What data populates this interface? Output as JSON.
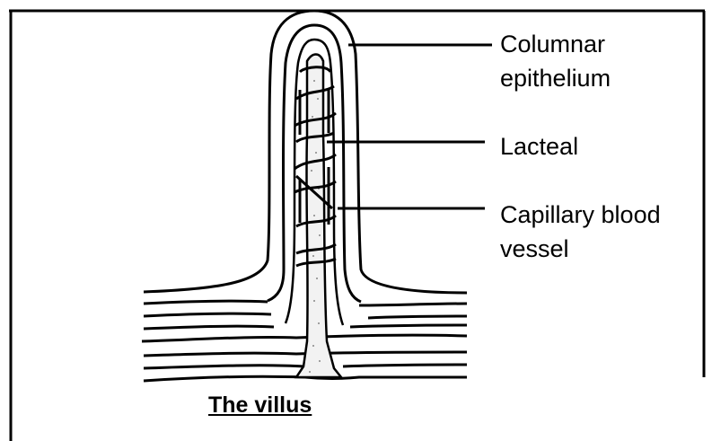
{
  "diagram": {
    "caption": "The villus",
    "labels": {
      "columnar_epithelium_line1": "Columnar",
      "columnar_epithelium_line2": "epithelium",
      "lacteal": "Lacteal",
      "capillary_line1": "Capillary blood",
      "capillary_line2": "vessel"
    }
  },
  "colors": {
    "ink": "#000000",
    "background": "#ffffff"
  }
}
